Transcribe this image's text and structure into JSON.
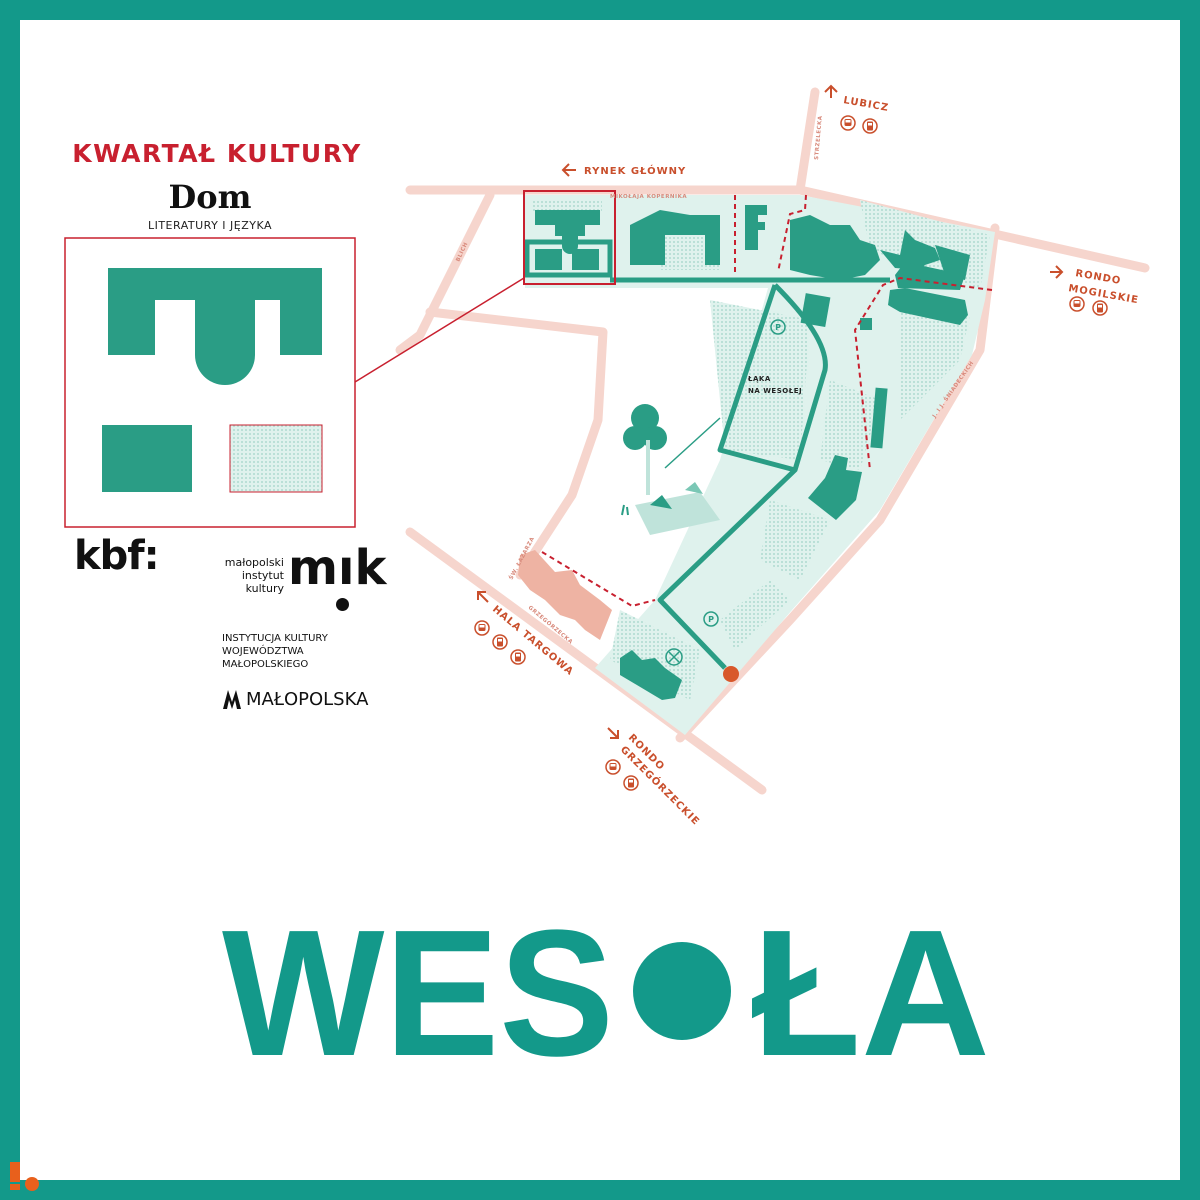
{
  "header": {
    "kwartal": "KWARTAŁ KULTURY",
    "dom": "Dom",
    "dom_sub": "LITERATURY I JĘZYKA"
  },
  "logos": {
    "kbf": "kbf:",
    "mik_small": [
      "małopolski",
      "instytut",
      "kultury"
    ],
    "mik": "mık",
    "institution": [
      "INSTYTUCJA KULTURY",
      "WOJEWÓDZTWA",
      "MAŁOPOLSKIEGO"
    ],
    "malopolska": "MAŁOPOLSKA"
  },
  "map": {
    "directions": {
      "rynek": "RYNEK GŁÓWNY",
      "lubicz": "LUBICZ",
      "rondo_mogilskie": [
        "RONDO",
        "MOGILSKIE"
      ],
      "hala_targowa": "HALA TARGOWA",
      "rondo_grzegorzeckie": [
        "RONDO",
        "GRZEGÓRZECKIE"
      ]
    },
    "transit": {
      "lubicz": [
        "bus-icon",
        "tram-icon"
      ],
      "rondo_mogilskie": [
        "bus-icon",
        "tram-icon"
      ],
      "hala_targowa": [
        "bus-icon",
        "tram-icon",
        "tram-icon"
      ],
      "rondo_grzegorzeckie": [
        "bus-icon",
        "tram-icon"
      ]
    },
    "streets": {
      "kopernika": "MIKOŁAJA KOPERNIKA",
      "strzelecka": "STRZELECKA",
      "blich": "BLICH",
      "sniadeckich": "J. I J. ŚNIADECKICH",
      "lazarza": "ŚW. ŁAZARZA",
      "grzegorzecka": "GRZEGÓRZECKA"
    },
    "lawn_label": [
      "ŁĄKA",
      "NA WESOŁEJ"
    ],
    "parking": "P"
  },
  "title": "WESOŁA",
  "colors": {
    "frame": "#13998a",
    "building": "#2a9d85",
    "area": "#dff2ed",
    "road": "#f6d5cd",
    "accent_red": "#c8202f",
    "direction": "#c94f2c",
    "marker": "#d8582a",
    "other_building": "#eeb3a3"
  }
}
